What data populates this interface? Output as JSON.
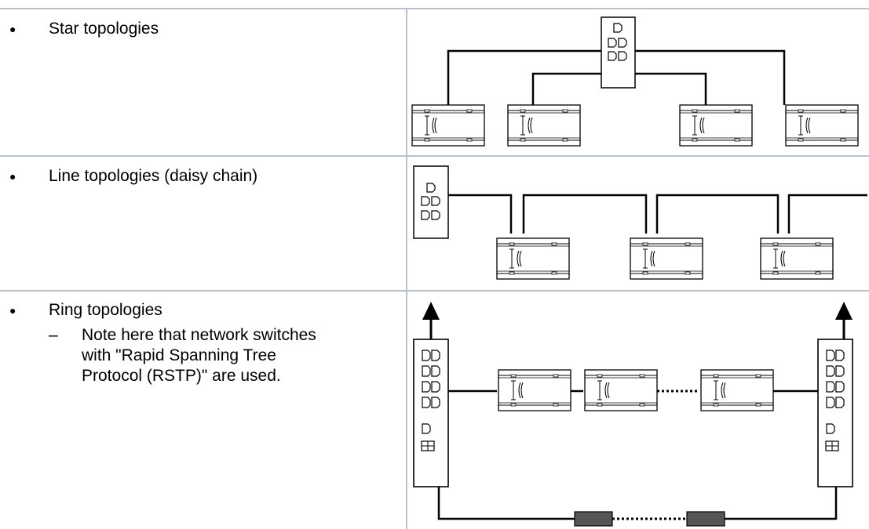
{
  "rows": [
    {
      "bullet": "●",
      "label": "Star topologies"
    },
    {
      "bullet": "●",
      "label": "Line topologies (daisy chain)"
    },
    {
      "bullet": "●",
      "label": "Ring topologies",
      "sub_bullet": "–",
      "sub_lines": [
        "Note here that network switches",
        "with \"Rapid Spanning Tree",
        "Protocol (RSTP)\" are used."
      ]
    }
  ],
  "icons": {
    "network_switch": "network-switch-icon",
    "io_module": "io-module-icon",
    "ring_connector": "ring-connector-icon"
  }
}
